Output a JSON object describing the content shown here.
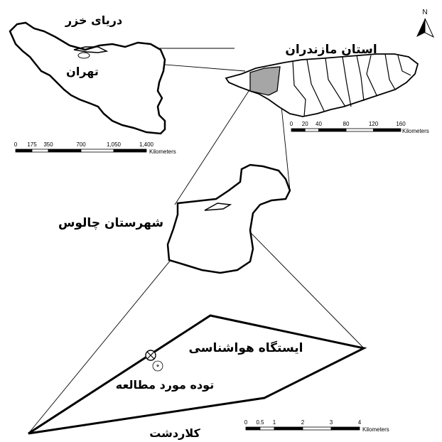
{
  "labels": {
    "caspian_sea": "دریای خزر",
    "tehran": "تهران",
    "mazandaran_province": "استان مازندران",
    "chalus_county": "شهرستان چالوس",
    "weather_station": "ایستگاه هواشناسی",
    "study_stand": "توده مورد مطالعه",
    "kelardasht": "کلاردشت",
    "north": "N"
  },
  "scale_bars": {
    "iran": {
      "ticks": [
        "0",
        "175",
        "350",
        "700",
        "1,050",
        "1,400"
      ],
      "unit": "Kilometers"
    },
    "mazandaran": {
      "ticks": [
        "0",
        "20",
        "40",
        "80",
        "120",
        "160"
      ],
      "unit": "Kilometers"
    },
    "study_area": {
      "ticks": [
        "0",
        "0.5",
        "1",
        "2",
        "3",
        "4"
      ],
      "unit": "Kilometers"
    }
  },
  "colors": {
    "ink": "#000000",
    "highlight": "#a6a6a6",
    "background": "#ffffff"
  },
  "symbols": {
    "weather_station": "circle-cross-icon",
    "study_stand": "star-in-circle-icon",
    "north": "north-arrow-icon"
  }
}
